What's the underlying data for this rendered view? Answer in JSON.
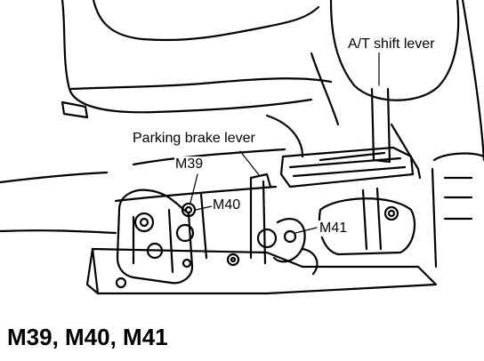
{
  "labels": {
    "shift_lever": "A/T shift lever",
    "parking_brake_lever": "Parking brake lever",
    "m39": "M39",
    "m40": "M40",
    "m41": "M41"
  },
  "caption": "M39, M40, M41"
}
